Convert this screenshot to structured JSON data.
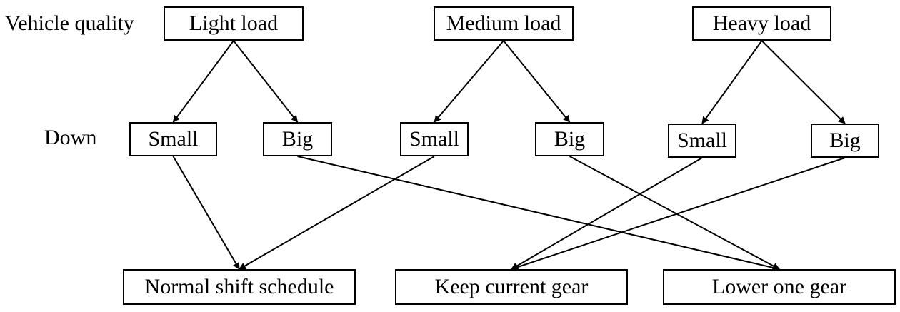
{
  "row_labels": {
    "vehicle_quality": "Vehicle quality",
    "down": "Down"
  },
  "loads": {
    "light": "Light load",
    "medium": "Medium load",
    "heavy": "Heavy load"
  },
  "grades": {
    "light_small": "Small",
    "light_big": "Big",
    "medium_small": "Small",
    "medium_big": "Big",
    "heavy_small": "Small",
    "heavy_big": "Big"
  },
  "outcomes": {
    "normal": "Normal shift schedule",
    "keep": "Keep current gear",
    "lower": "Lower one gear"
  },
  "connections": [
    {
      "from": "load-light",
      "to": "grade-light-small"
    },
    {
      "from": "load-light",
      "to": "grade-light-big"
    },
    {
      "from": "load-medium",
      "to": "grade-medium-small"
    },
    {
      "from": "load-medium",
      "to": "grade-medium-big"
    },
    {
      "from": "load-heavy",
      "to": "grade-heavy-small"
    },
    {
      "from": "load-heavy",
      "to": "grade-heavy-big"
    },
    {
      "from": "grade-light-small",
      "to": "outcome-normal"
    },
    {
      "from": "grade-medium-small",
      "to": "outcome-normal"
    },
    {
      "from": "grade-light-big",
      "to": "outcome-lower"
    },
    {
      "from": "grade-medium-big",
      "to": "outcome-lower"
    },
    {
      "from": "grade-heavy-small",
      "to": "outcome-keep"
    },
    {
      "from": "grade-heavy-big",
      "to": "outcome-keep"
    }
  ]
}
